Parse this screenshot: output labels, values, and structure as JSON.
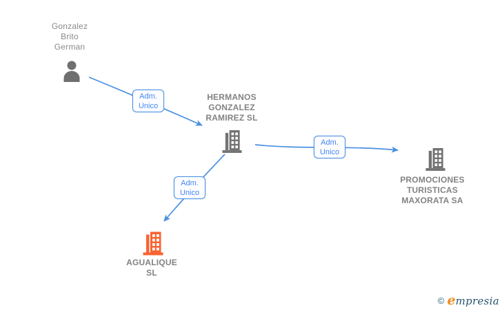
{
  "nodes": {
    "person": {
      "lines": [
        "Gonzalez",
        "Brito",
        "German"
      ],
      "type": "person"
    },
    "center_company": {
      "lines": [
        "HERMANOS",
        "GONZALEZ",
        "RAMIREZ SL"
      ],
      "type": "company"
    },
    "right_company": {
      "lines": [
        "PROMOCIONES",
        "TURISTICAS",
        "MAXORATA SA"
      ],
      "type": "company"
    },
    "bottom_company": {
      "lines": [
        "AGUALIQUE",
        "SL"
      ],
      "type": "company",
      "highlighted": true
    }
  },
  "edges": {
    "person_to_center": {
      "label": [
        "Adm.",
        "Unico"
      ]
    },
    "center_to_right": {
      "label": [
        "Adm.",
        "Unico"
      ]
    },
    "center_to_bottom": {
      "label": [
        "Adm.",
        "Unico"
      ]
    }
  },
  "colors": {
    "edge_blue": "#4a90e2",
    "edge_label_blue": "#4285f4",
    "icon_gray": "#737373",
    "text_gray": "#828282",
    "highlight_orange": "#f96332",
    "logo_orange": "#ef8b1d",
    "logo_teal": "#27536e"
  },
  "watermark": {
    "copyright": "©",
    "brand_initial": "e",
    "brand_rest": "mpresia"
  }
}
